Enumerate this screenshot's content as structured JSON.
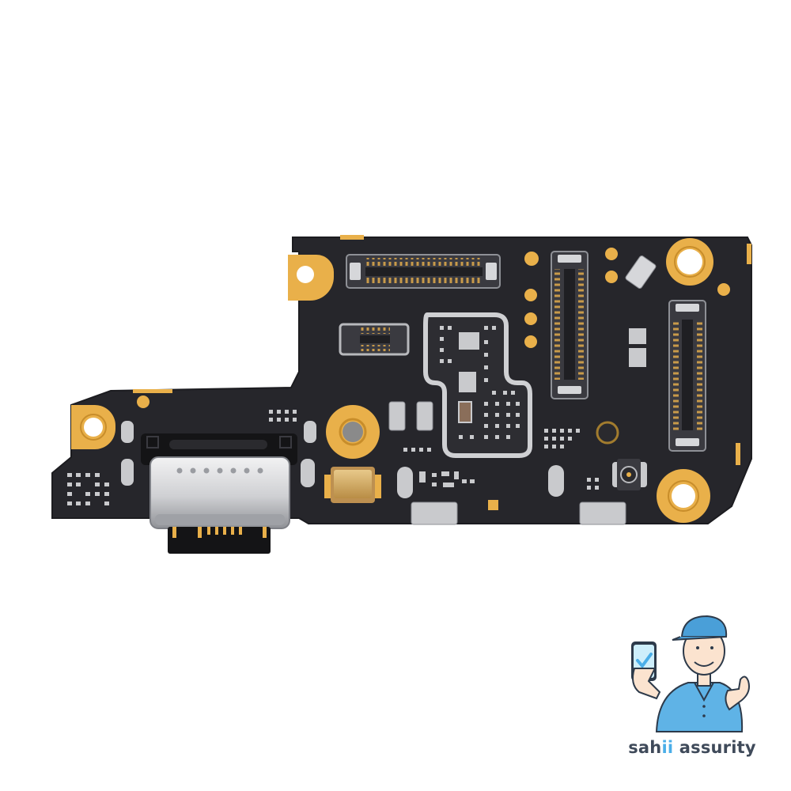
{
  "image": {
    "subject": "USB-C charging port flex PCB board",
    "background_color": "#ffffff",
    "colors": {
      "pcb": "#26262b",
      "pcb_edge": "#1c1c20",
      "gold": "#e9b04a",
      "gold_dark": "#c88d2a",
      "silver": "#d6d7da",
      "silver_dark": "#8e9096",
      "connector_body": "#3a3a40"
    }
  },
  "board": {
    "components": [
      {
        "name": "usb-c-port",
        "label": "USB Type-C charging port",
        "pin_dots": 7
      },
      {
        "name": "top-board-to-board-connector",
        "label": "horizontal FPC connector"
      },
      {
        "name": "small-fpc-connector",
        "label": "small 10-pin FPC connector"
      },
      {
        "name": "vertical-connector-1",
        "label": "vertical FPC connector (center)"
      },
      {
        "name": "vertical-connector-2",
        "label": "vertical FPC connector (right)"
      },
      {
        "name": "rf-shield-can",
        "label": "shielded IC region"
      },
      {
        "name": "coaxial-antenna-port",
        "label": "antenna coax socket"
      },
      {
        "name": "microphone",
        "label": "gold microphone module"
      },
      {
        "name": "mounting-holes",
        "count": 5
      }
    ]
  },
  "logo": {
    "text_part1": "sah",
    "text_part2": "ii",
    "text_part3": " assurity",
    "colors": {
      "dark": "#3f4a5a",
      "accent": "#4aaee8",
      "shirt": "#5fb3e6",
      "cap": "#4a9fd8",
      "skin": "#fbe3cf"
    }
  }
}
